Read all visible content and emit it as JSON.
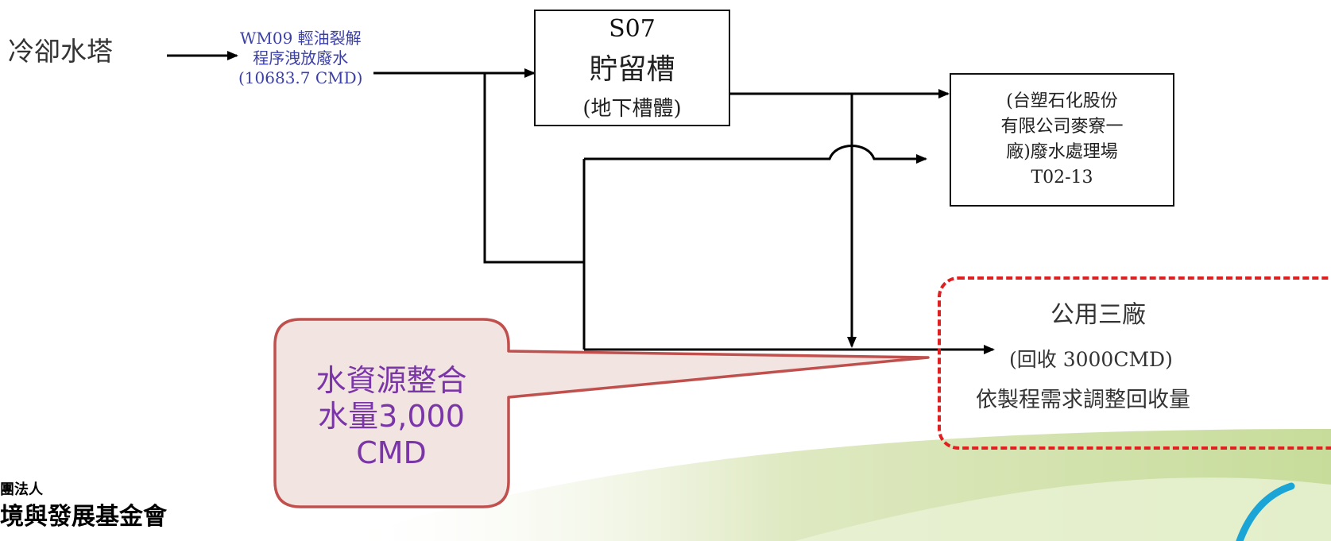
{
  "source": {
    "label": "冷卻水塔"
  },
  "stream": {
    "line1": "WM09 輕油裂解",
    "line2": "程序洩放廢水",
    "line3": "(10683.7 CMD)"
  },
  "tank": {
    "line1": "S07",
    "line2": "貯留槽",
    "line3": "(地下槽體)"
  },
  "plant": {
    "line1": "(台塑石化股份",
    "line2": "有限公司麥寮一",
    "line3": "廠)廢水處理場",
    "line4": "T02-13"
  },
  "utility": {
    "title": "公用三廠",
    "subtitle": "(回收 3000CMD)",
    "note": "依製程需求調整回收量"
  },
  "callout": {
    "line1": "水資源整合",
    "line2": "水量3,000",
    "line3": "CMD"
  },
  "footer": {
    "org_line1": "團法人",
    "org_line2": "境與發展基金會"
  },
  "colors": {
    "callout_fill": "#f2e4e0",
    "callout_border": "#c0504d",
    "callout_text": "#7a35a8",
    "dashed_border": "#e02020",
    "band_green": "#c7dc9a"
  }
}
